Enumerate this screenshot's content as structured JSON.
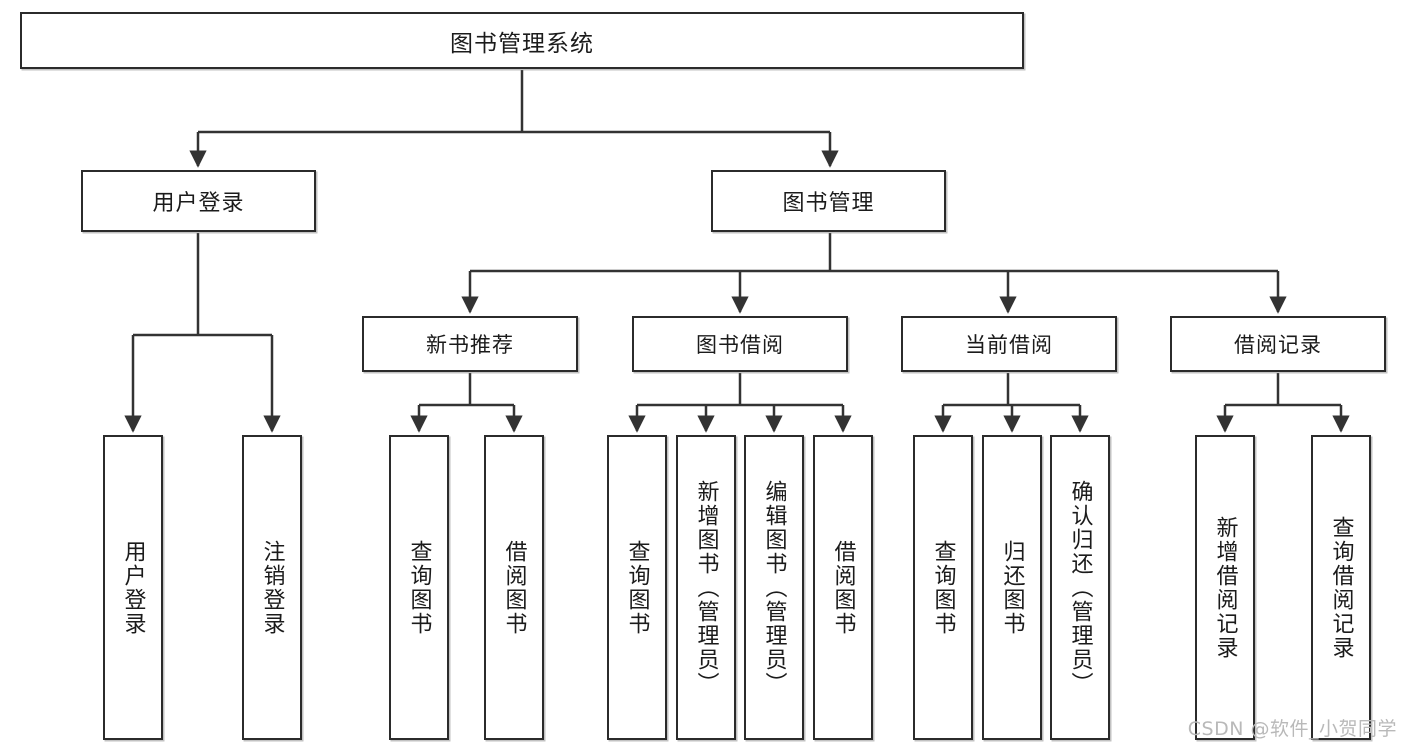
{
  "diagram": {
    "type": "tree-hierarchy",
    "title": "图书管理系统",
    "orientation": "top-down",
    "colors": {
      "box_border": "#2b2b2b",
      "box_fill": "#ffffff",
      "connector": "#333333",
      "text": "#1b1b1b",
      "watermark": "#b9b9b9"
    },
    "nodes": {
      "root": {
        "label": "图书管理系统"
      },
      "level2": [
        {
          "id": "user-login",
          "label": "用户登录"
        },
        {
          "id": "book-manage",
          "label": "图书管理"
        }
      ],
      "level3": [
        {
          "id": "new-book-recommend",
          "label": "新书推荐"
        },
        {
          "id": "book-borrow",
          "label": "图书借阅"
        },
        {
          "id": "current-borrow",
          "label": "当前借阅"
        },
        {
          "id": "borrow-record",
          "label": "借阅记录"
        }
      ],
      "leaves": {
        "user-login": [
          {
            "id": "leaf-user-login",
            "label": "用户登录"
          },
          {
            "id": "leaf-logout",
            "label": "注销登录"
          }
        ],
        "new-book-recommend": [
          {
            "id": "leaf-query-book-1",
            "label": "查询图书"
          },
          {
            "id": "leaf-borrow-book-1",
            "label": "借阅图书"
          }
        ],
        "book-borrow": [
          {
            "id": "leaf-query-book-2",
            "label": "查询图书"
          },
          {
            "id": "leaf-add-book",
            "label": "新增图书（管理员）"
          },
          {
            "id": "leaf-edit-book",
            "label": "编辑图书（管理员）"
          },
          {
            "id": "leaf-borrow-book-2",
            "label": "借阅图书"
          }
        ],
        "current-borrow": [
          {
            "id": "leaf-query-book-3",
            "label": "查询图书"
          },
          {
            "id": "leaf-return-book",
            "label": "归还图书"
          },
          {
            "id": "leaf-confirm-return",
            "label": "确认归还（管理员）"
          }
        ],
        "borrow-record": [
          {
            "id": "leaf-add-record",
            "label": "新增借阅记录"
          },
          {
            "id": "leaf-query-record",
            "label": "查询借阅记录"
          }
        ]
      }
    }
  },
  "watermark": {
    "text": "CSDN @软件_小贺同学"
  }
}
